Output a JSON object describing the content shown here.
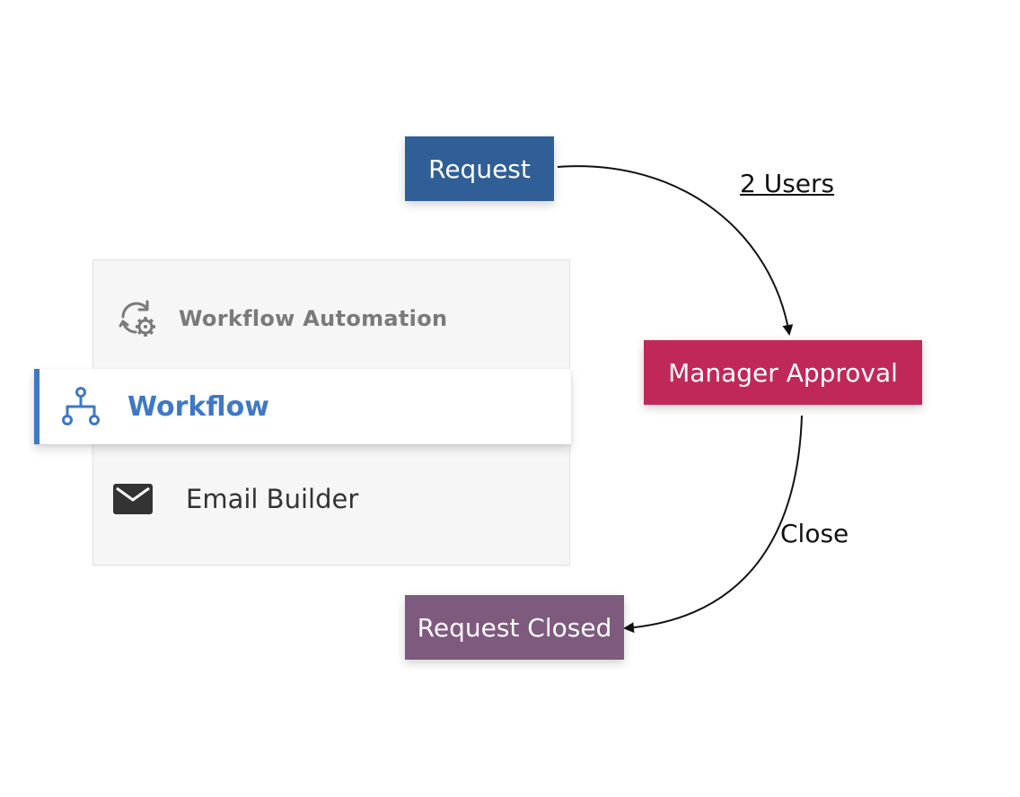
{
  "menu": {
    "items": [
      {
        "label": "Workflow Automation",
        "icon": "sync-gear-icon",
        "active": false
      },
      {
        "label": "Workflow",
        "icon": "hierarchy-icon",
        "active": true
      },
      {
        "label": "Email Builder",
        "icon": "envelope-icon",
        "active": false
      }
    ]
  },
  "flow": {
    "nodes": {
      "request": {
        "label": "Request",
        "color": "#2f5f96"
      },
      "manager_approval": {
        "label": "Manager Approval",
        "color": "#c1285a"
      },
      "request_closed": {
        "label": "Request Closed",
        "color": "#7e5a7e"
      }
    },
    "edges": {
      "request_to_manager": {
        "label": "2 Users"
      },
      "manager_to_closed": {
        "label": "Close"
      }
    }
  },
  "colors": {
    "accent": "#3f78c5",
    "menu_background": "#f6f6f7"
  }
}
